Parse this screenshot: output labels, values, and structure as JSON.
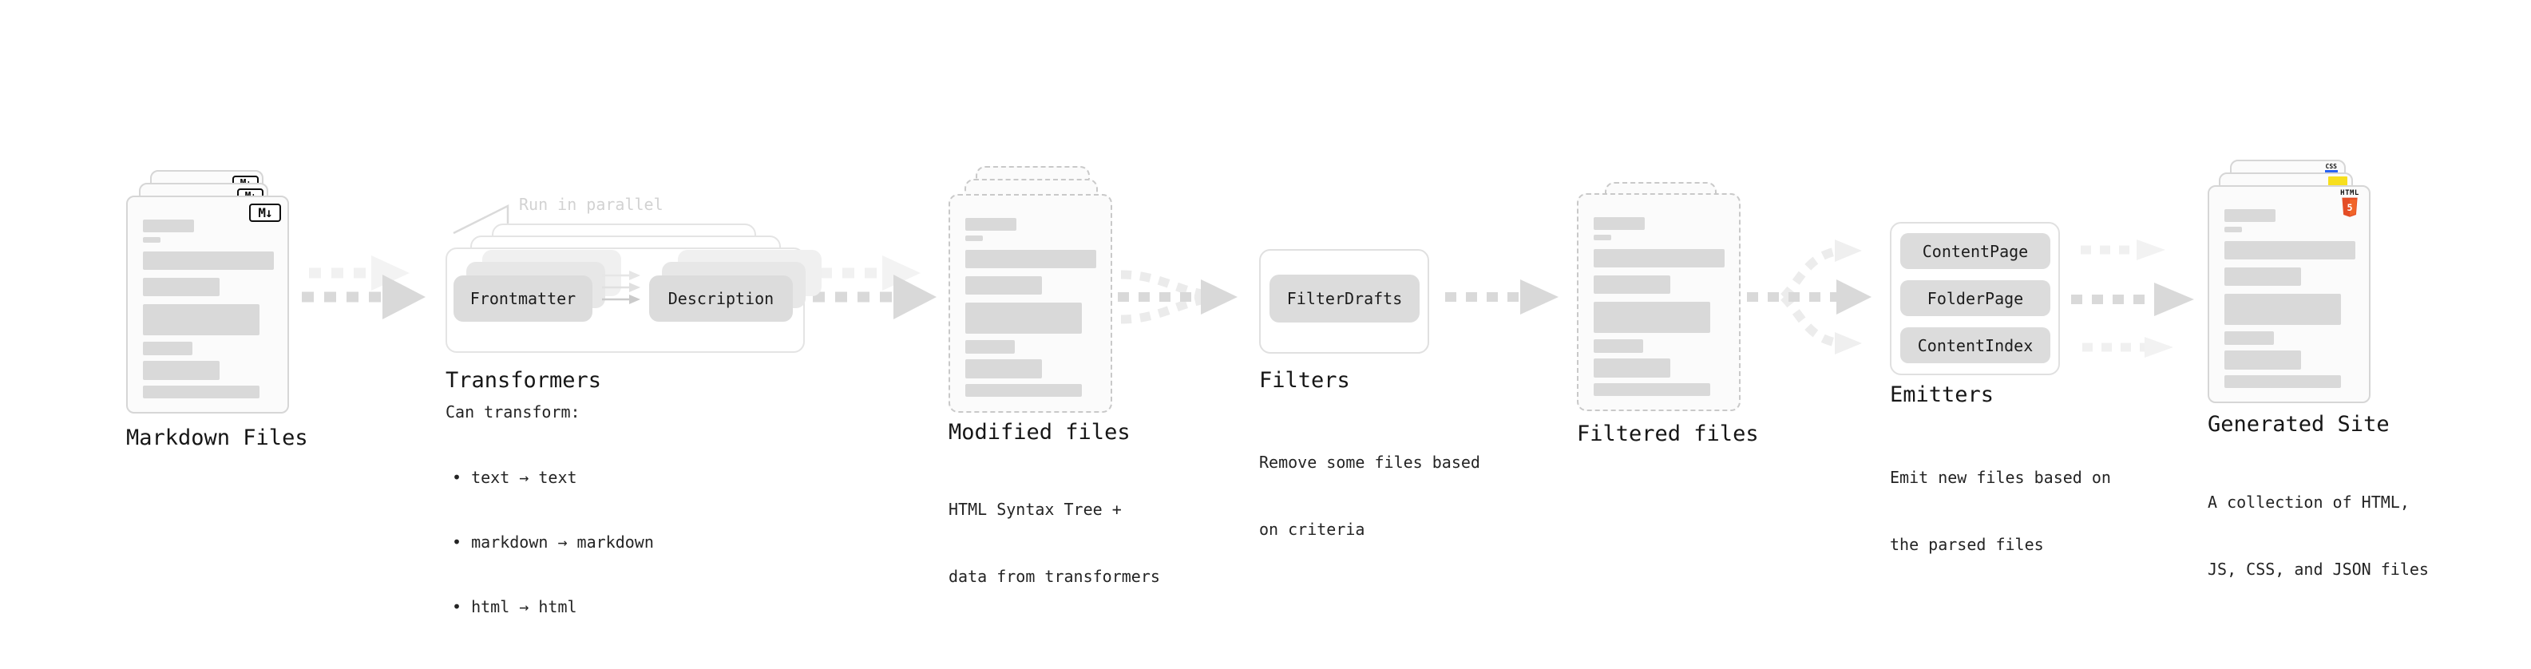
{
  "stages": {
    "markdown_files": {
      "label": "Markdown Files",
      "badge": "M↓"
    },
    "transformers": {
      "label": "Transformers",
      "callout": "Run in parallel",
      "nodes": [
        "Frontmatter",
        "Description"
      ],
      "description_heading": "Can transform:",
      "bullets": [
        "• text → text",
        "• markdown → markdown",
        "• html → html"
      ]
    },
    "modified_files": {
      "label": "Modified files",
      "description": [
        "HTML Syntax Tree +",
        "data from transformers"
      ]
    },
    "filters": {
      "label": "Filters",
      "nodes": [
        "FilterDrafts"
      ],
      "description": [
        "Remove some files based",
        "on criteria"
      ]
    },
    "filtered_files": {
      "label": "Filtered files"
    },
    "emitters": {
      "label": "Emitters",
      "nodes": [
        "ContentPage",
        "FolderPage",
        "ContentIndex"
      ],
      "description": [
        "Emit new files based on",
        "the parsed files"
      ]
    },
    "generated_site": {
      "label": "Generated Site",
      "description": [
        "A collection of HTML,",
        "JS, CSS, and JSON files"
      ],
      "file_badges": {
        "css_label": "CSS",
        "html_label": "HTML",
        "html_number": "5"
      }
    }
  },
  "colors": {
    "arrow_gray": "#d9d9d9",
    "arrow_light": "#f0f0f0",
    "node_fill": "#dcdcdc",
    "card_border": "#d6d6d6",
    "dashed_border": "#c9c9c9",
    "title_text": "#161616",
    "muted_text": "#d2d2d2",
    "html5_orange": "#e44d26",
    "js_yellow": "#f7df1e",
    "css_blue": "#2962f1"
  }
}
